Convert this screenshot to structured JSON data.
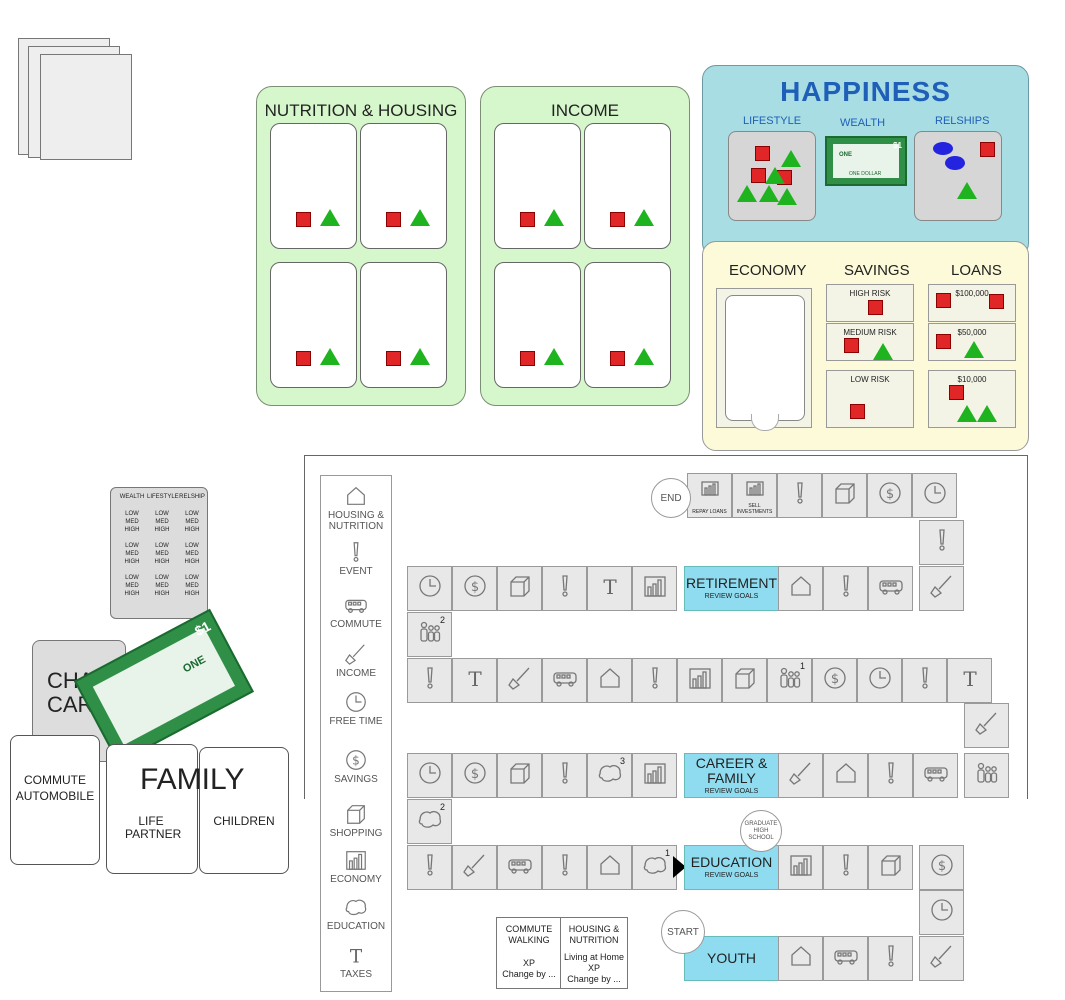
{
  "deck": {},
  "nutrition_panel": {
    "title": "NUTRITION & HOUSING"
  },
  "income_panel": {
    "title": "INCOME"
  },
  "happiness": {
    "title": "HAPPINESS",
    "lifestyle": "LIFESTYLE",
    "wealth": "WEALTH",
    "relships": "RELSHIPS",
    "dollar": {
      "one": "ONE",
      "dollar_text": "ONE DOLLAR",
      "value": "$1"
    }
  },
  "economy": {
    "economy_title": "ECONOMY",
    "savings_title": "SAVINGS",
    "loans_title": "LOANS",
    "savings": [
      "HIGH RISK",
      "MEDIUM RISK",
      "LOW RISK"
    ],
    "loans": [
      "$100,000",
      "$50,000",
      "$10,000"
    ]
  },
  "status_card": {
    "headers": [
      "WEALTH",
      "LIFESTYLE",
      "RELSHIP"
    ],
    "levels": [
      "LOW",
      "MED",
      "HIGH"
    ]
  },
  "hand": {
    "char_card": "CHAR CARD",
    "commute_card": "COMMUTE AUTOMOBILE",
    "family_title": "FAMILY",
    "life_partner": "LIFE PARTNER",
    "children": "CHILDREN",
    "dollar_one": "ONE",
    "dollar_value": "$1"
  },
  "legend": [
    {
      "icon": "house-icon",
      "label": "HOUSING & NUTRITION"
    },
    {
      "icon": "exclamation-icon",
      "label": "EVENT"
    },
    {
      "icon": "bus-icon",
      "label": "COMMUTE"
    },
    {
      "icon": "shovel-icon",
      "label": "INCOME"
    },
    {
      "icon": "clock-icon",
      "label": "FREE TIME"
    },
    {
      "icon": "coin-icon",
      "label": "SAVINGS"
    },
    {
      "icon": "box-icon",
      "label": "SHOPPING"
    },
    {
      "icon": "chart-icon",
      "label": "ECONOMY"
    },
    {
      "icon": "brain-icon",
      "label": "EDUCATION"
    },
    {
      "icon": "tax-icon",
      "label": "TAXES"
    }
  ],
  "board": {
    "end": "END",
    "start": "START",
    "repay_loans": "REPAY LOANS",
    "sell_investments": "SELL INVESTMENTS",
    "retirement": "RETIREMENT",
    "career_family": "CAREER & FAMILY",
    "education": "EDUCATION",
    "youth": "YOUTH",
    "review_goals": "REVIEW GOALS",
    "graduate": "GRADUATE HIGH SCHOOL",
    "tax_letter": "T",
    "family_count_1": "1",
    "family_count_2": "2",
    "edu_count_1": "1",
    "edu_count_2": "2",
    "edu_count_3": "3"
  },
  "start_cards": {
    "commute": {
      "title": "COMMUTE WALKING",
      "xp": "XP",
      "change": "Change by ..."
    },
    "housing": {
      "title": "HOUSING & NUTRITION",
      "sub": "Living at Home",
      "xp": "XP",
      "change": "Change by ..."
    }
  }
}
